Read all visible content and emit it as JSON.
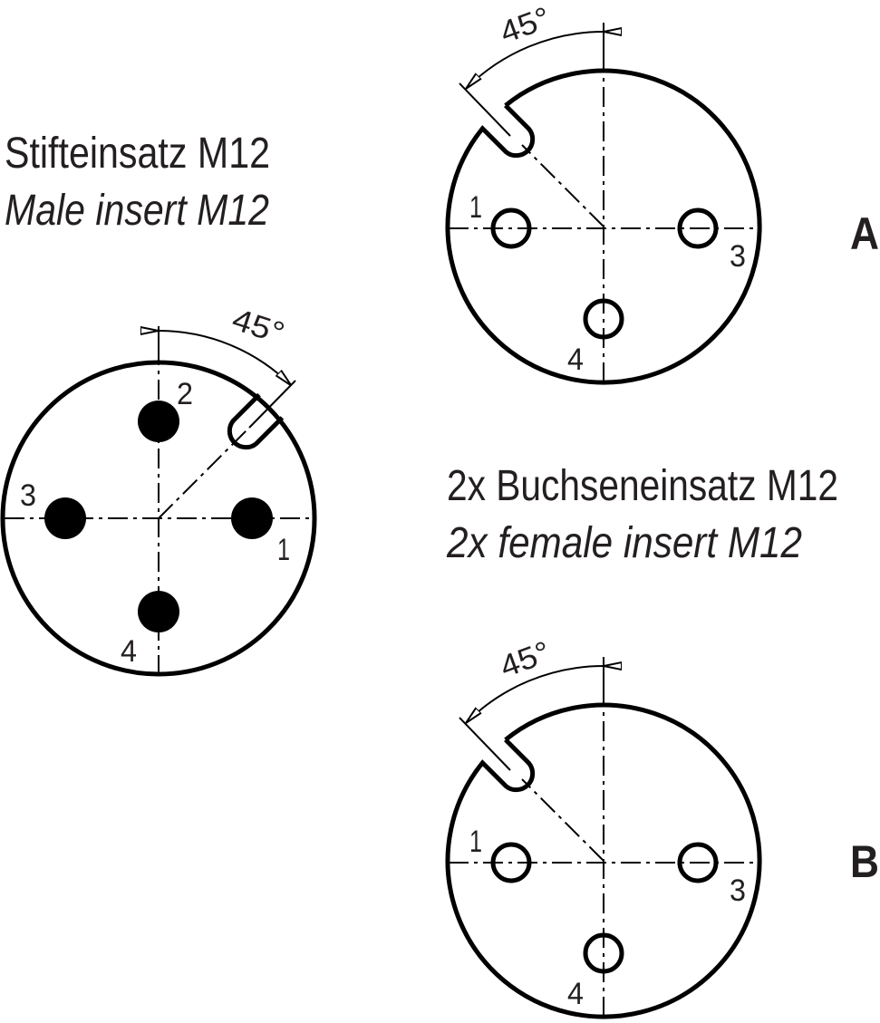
{
  "male": {
    "title_de": "Stifteinsatz M12",
    "title_en": "Male insert M12",
    "angle": "45°",
    "pins": [
      "1",
      "2",
      "3",
      "4"
    ]
  },
  "female": {
    "title_de": "2x Buchseneinsatz M12",
    "title_en": "2x female insert M12",
    "angle": "45°",
    "pins": [
      "1",
      "3",
      "4"
    ],
    "variants": [
      "A",
      "B"
    ]
  },
  "colors": {
    "line": "#000000",
    "text": "#231f20"
  }
}
